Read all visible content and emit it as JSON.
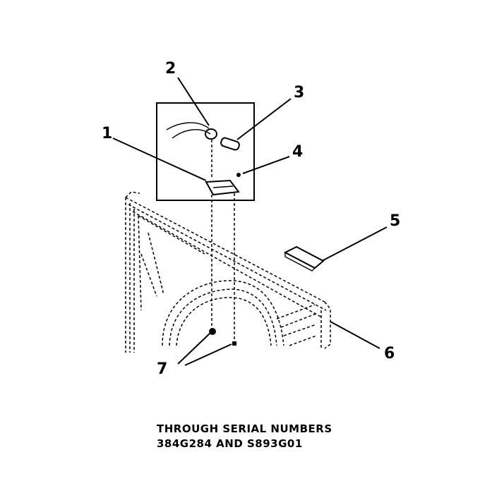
{
  "diagram": {
    "callouts": [
      {
        "id": "1",
        "label": "1"
      },
      {
        "id": "2",
        "label": "2"
      },
      {
        "id": "3",
        "label": "3"
      },
      {
        "id": "4",
        "label": "4"
      },
      {
        "id": "5",
        "label": "5"
      },
      {
        "id": "6",
        "label": "6"
      },
      {
        "id": "7",
        "label": "7"
      }
    ],
    "caption": {
      "line1": "THROUGH SERIAL NUMBERS",
      "line2": "384G284 AND S893G01"
    }
  }
}
